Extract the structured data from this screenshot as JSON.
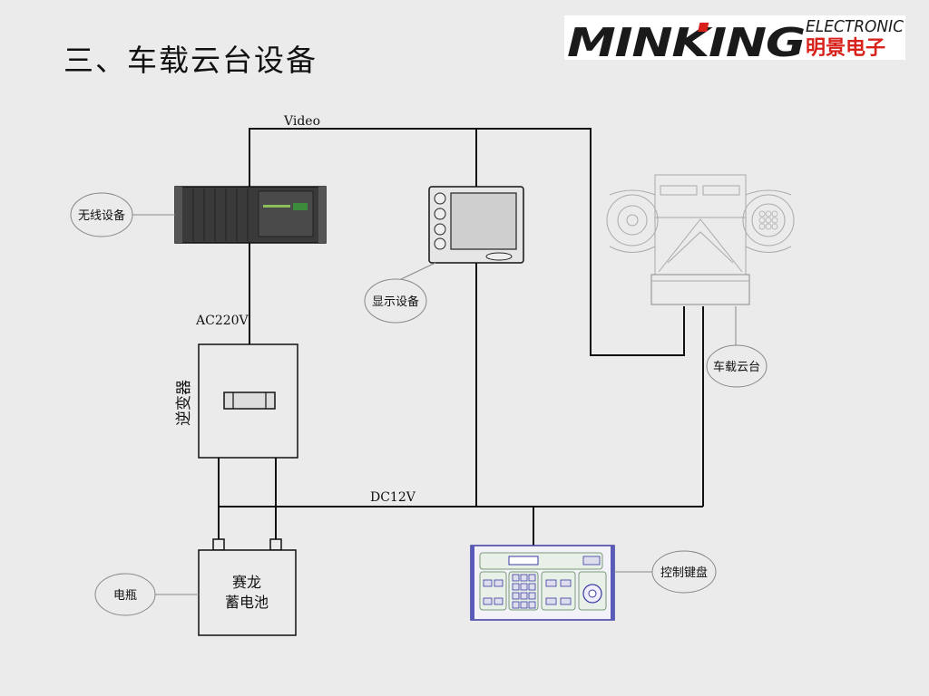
{
  "page": {
    "title": "三、车载云台设备"
  },
  "logo": {
    "brand": "MINKING",
    "sub_en": "ELECTRONIC",
    "sub_cn": "明景电子",
    "brand_color": "#1a1a1a",
    "accent_color": "#d8211b"
  },
  "diagram": {
    "line_labels": {
      "video": "Video",
      "ac": "AC220V",
      "dc": "DC12V"
    },
    "devices": {
      "wireless": "无线设备",
      "display": "显示设备",
      "ptz": "车载云台",
      "keyboard": "控制键盘",
      "battery_tag": "电瓶",
      "battery_line1": "赛龙",
      "battery_line2": "蓄电池",
      "inverter": "逆变器"
    }
  }
}
